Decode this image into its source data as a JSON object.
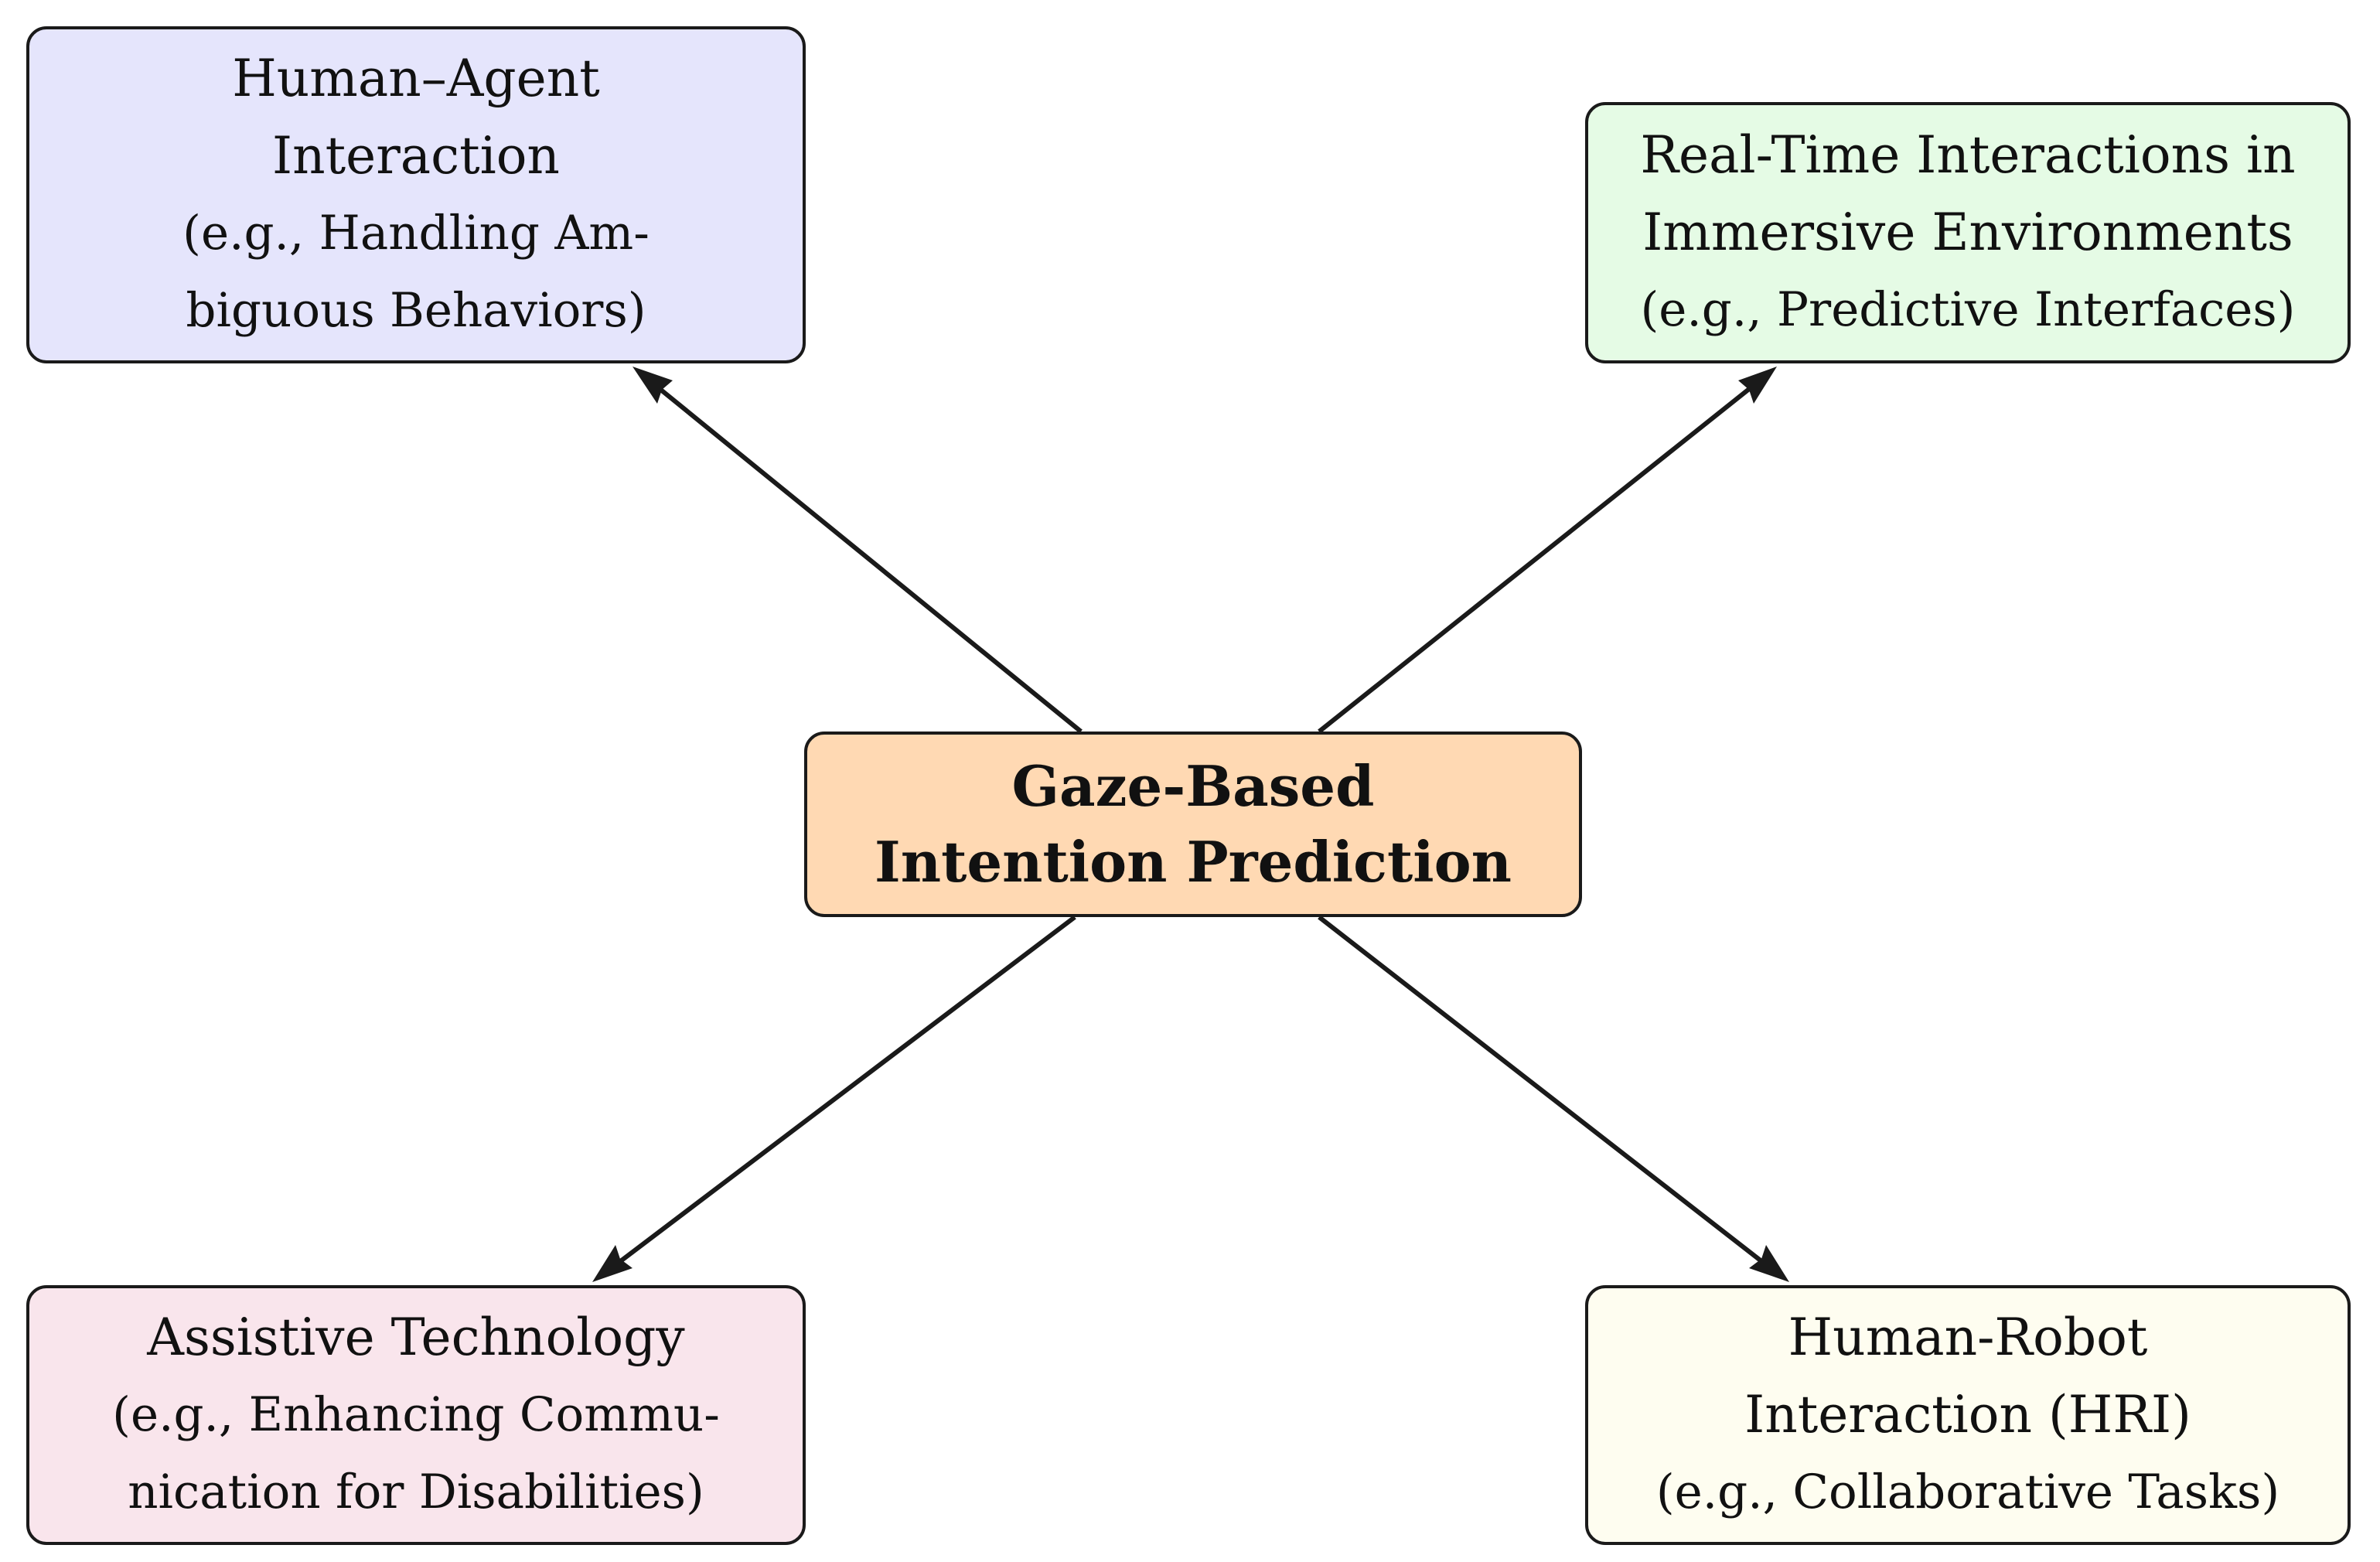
{
  "colors": {
    "top_left_fill": "#e5e5fc",
    "top_right_fill": "#e5fbe5",
    "center_fill": "#ffd9b3",
    "bottom_left_fill": "#f9e5ec",
    "bottom_right_fill": "#fefdf0",
    "stroke": "#1a1a1a"
  },
  "center": {
    "line1": "Gaze-Based",
    "line2": "Intention Prediction"
  },
  "top_left": {
    "title1": "Human–Agent",
    "title2": "Interaction",
    "example1": "(e.g., Handling Am-",
    "example2": "biguous Behaviors)"
  },
  "top_right": {
    "title1": "Real-Time Interactions in",
    "title2": "Immersive Environments",
    "example1": "(e.g., Predictive Interfaces)"
  },
  "bottom_left": {
    "title1": "Assistive Technology",
    "example1": "(e.g., Enhancing Commu-",
    "example2": "nication for Disabilities)"
  },
  "bottom_right": {
    "title1": "Human-Robot",
    "title2": "Interaction (HRI)",
    "example1": "(e.g., Collaborative Tasks)"
  },
  "edges": [
    {
      "from": "center",
      "to": "top_left"
    },
    {
      "from": "center",
      "to": "top_right"
    },
    {
      "from": "center",
      "to": "bottom_left"
    },
    {
      "from": "center",
      "to": "bottom_right"
    }
  ]
}
